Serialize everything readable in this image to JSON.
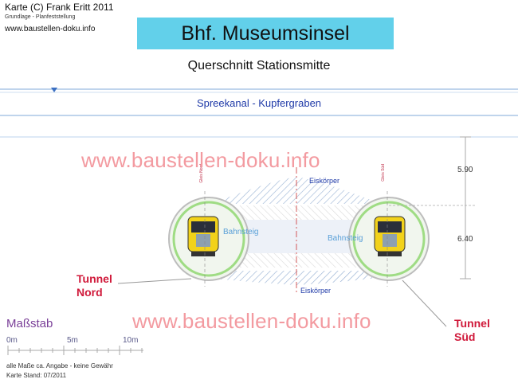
{
  "credit": {
    "title": "Karte (C) Frank Eritt 2011",
    "subtitle": "Grundlage - Planfeststellung",
    "url": "www.baustellen-doku.info"
  },
  "header": {
    "title": "Bhf. Museumsinsel",
    "subtitle": "Querschnitt Stationsmitte"
  },
  "water": {
    "label": "Spreekanal - Kupfergraben"
  },
  "watermark": {
    "text": "www.baustellen-doku.info"
  },
  "tunnels": {
    "north_label_1": "Tunnel",
    "north_label_2": "Nord",
    "south_label_1": "Tunnel",
    "south_label_2": "Süd"
  },
  "cross_section": {
    "ice_top": "Eiskörper",
    "ice_bottom": "Eiskörper",
    "platform_left": "Bahnsteig",
    "platform_right": "Bahnsteig",
    "track_left": "Gleis Nord",
    "track_right": "Gleis Süd"
  },
  "dimensions": {
    "upper": "5.90",
    "lower": "6.40"
  },
  "scale": {
    "title": "Maßstab",
    "tick_0": "0m",
    "tick_5": "5m",
    "tick_10": "10m",
    "note": "alle Maße ca. Angabe - keine Gewähr",
    "stand": "Karte Stand: 07/2011"
  },
  "colors": {
    "title_bg": "#62d0ea",
    "tunnel_label": "#d0193a",
    "watermark": "#f39aa0",
    "tunnel_ring": "#9fdc84",
    "train_body": "#f2d21a"
  }
}
